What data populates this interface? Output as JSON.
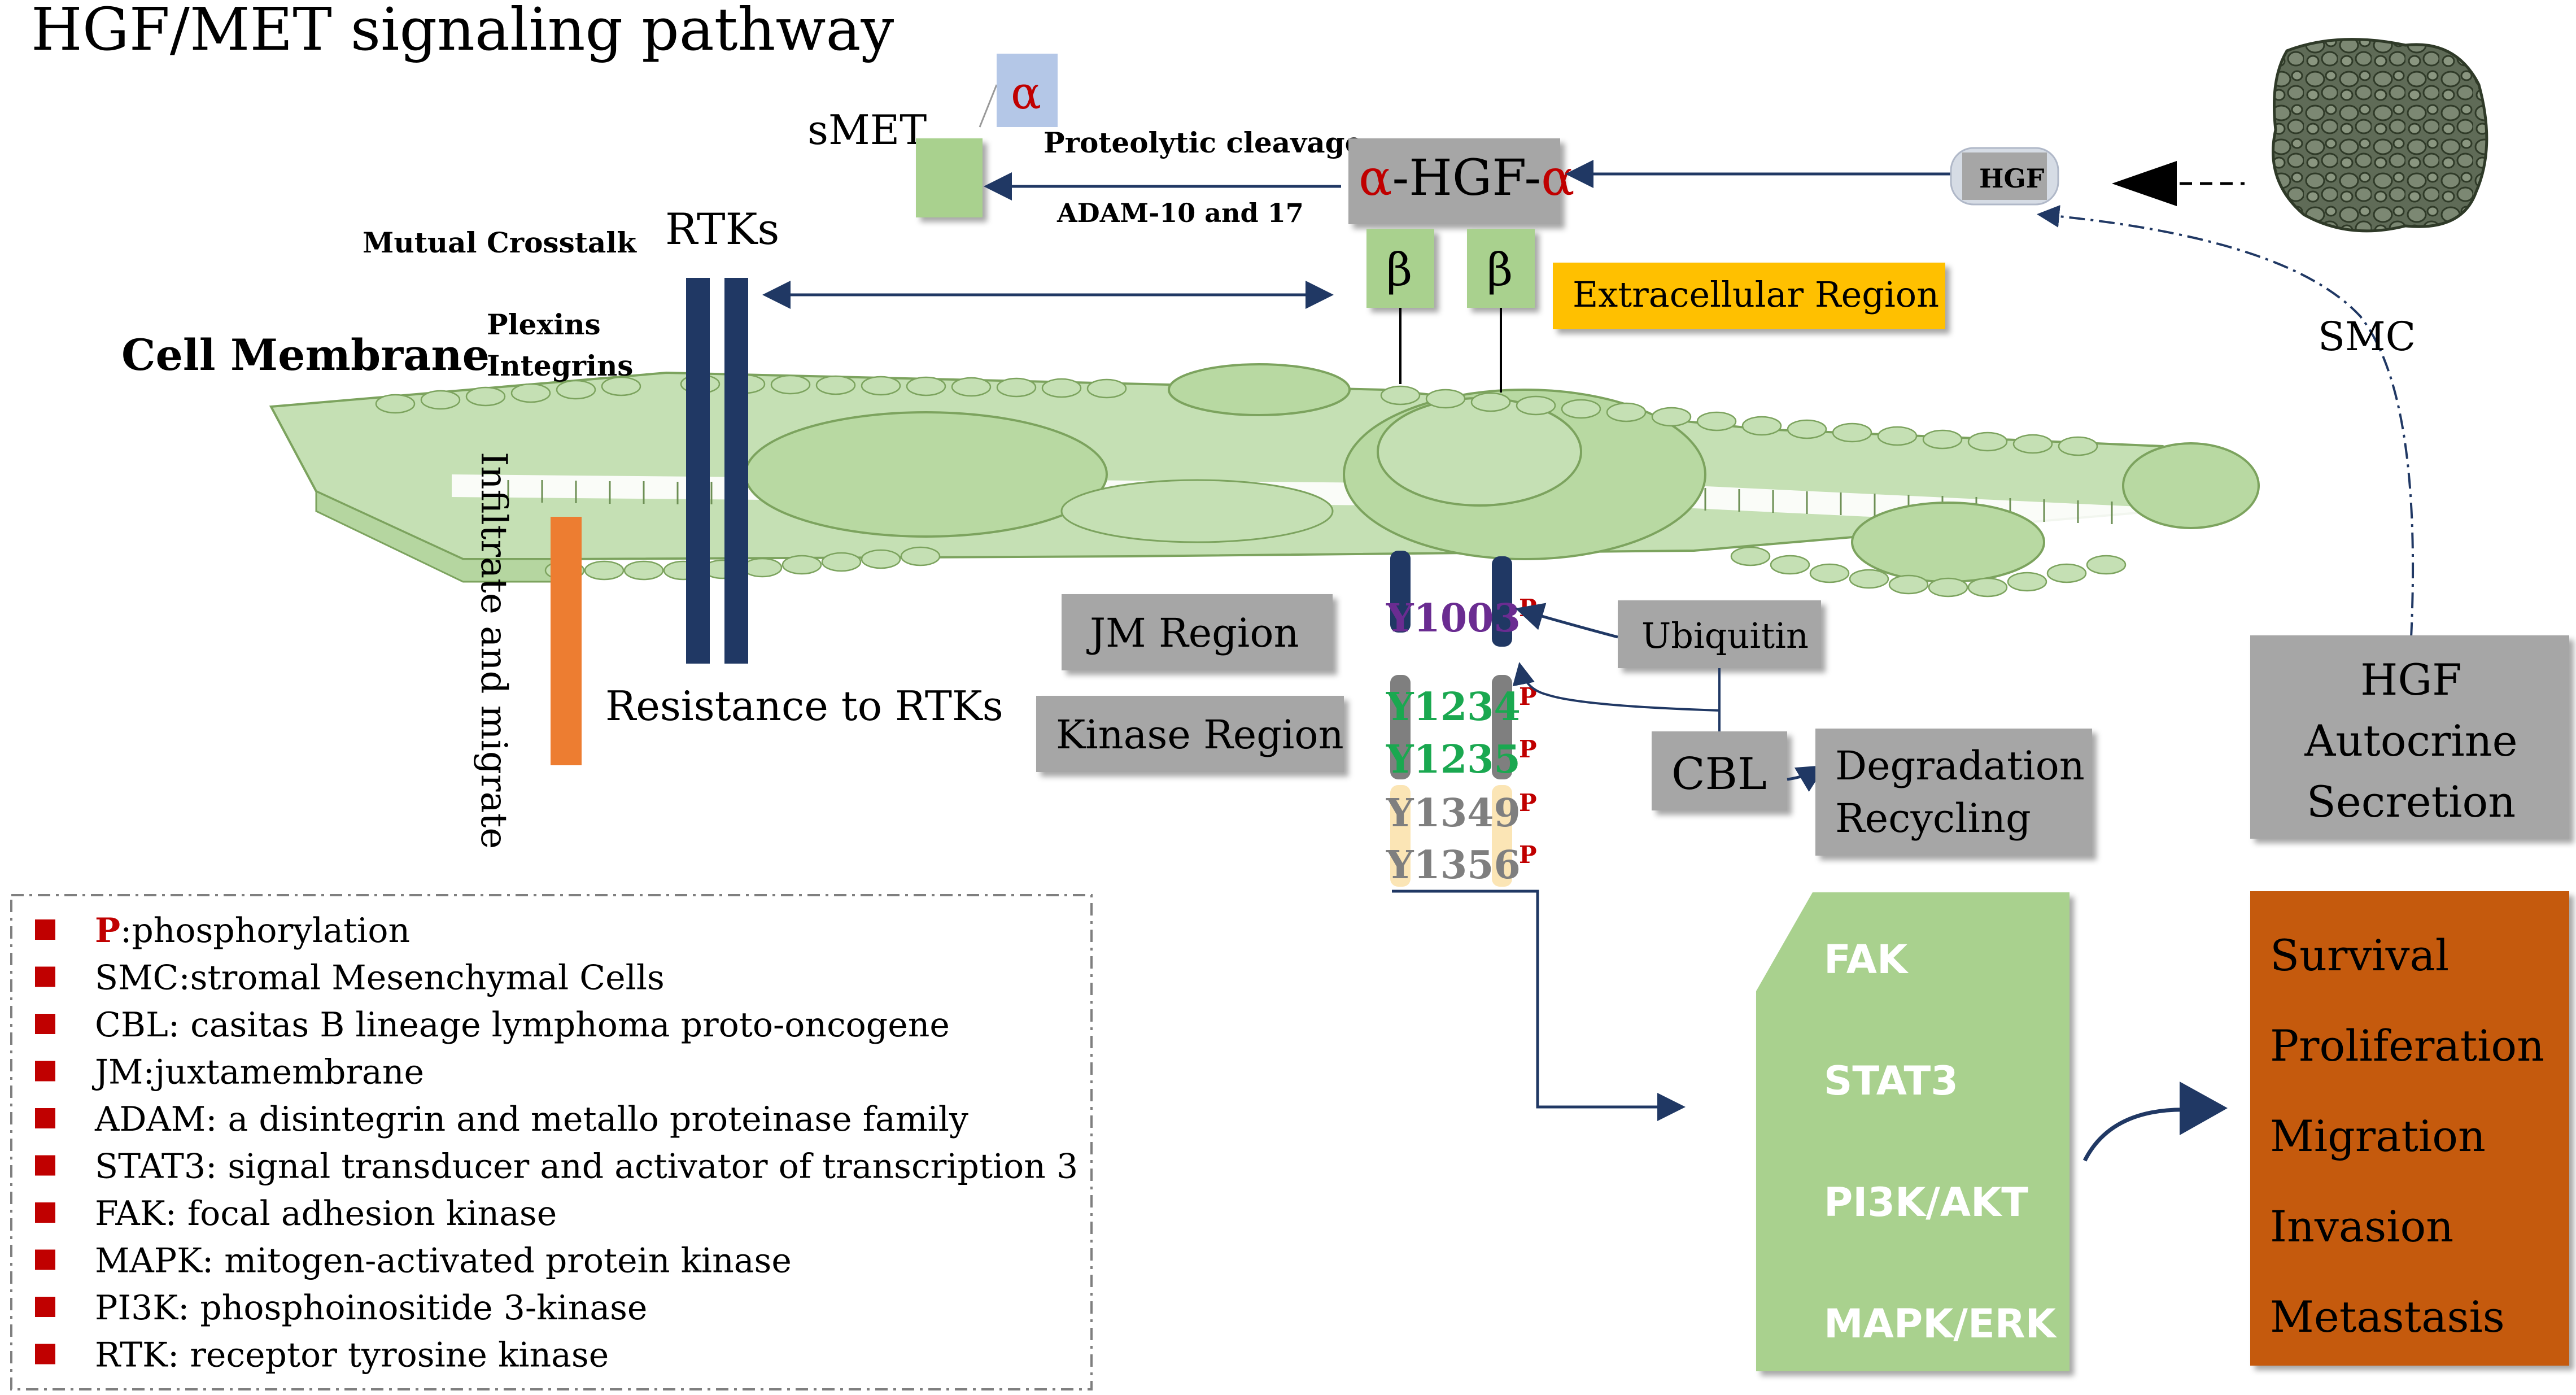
{
  "title": "HGF/MET signaling pathway",
  "labels": {
    "smet": "sMET",
    "alpha": "α",
    "proteolytic": "Proteolytic cleavage",
    "adam": "ADAM-10 and 17",
    "hgf_complex_alpha1": "α",
    "hgf_complex_mid": "-HGF-",
    "hgf_complex_alpha2": "α",
    "beta1": "β",
    "beta2": "β",
    "extracellular": "Extracellular Region",
    "hgf_small": "HGF",
    "smc": "SMC",
    "mutual": "Mutual Crosstalk",
    "rtks": "RTKs",
    "plexins": "Plexins",
    "integrins": "Integrins",
    "cell_membrane": "Cell Membrane",
    "infiltrate": "Infiltrate and migrate",
    "resistance": "Resistance to RTKs",
    "jm_region": "JM Region",
    "kinase_region": "Kinase Region",
    "ubiquitin": "Ubiquitin",
    "cbl": "CBL",
    "degradation": "Degradation",
    "recycling": "Recycling",
    "hgf_auto_1": "HGF",
    "hgf_auto_2": "Autocrine",
    "hgf_auto_3": "Secretion",
    "p_sup": "P"
  },
  "tyrosines": [
    {
      "label": "Y1003",
      "color": "#6a2c91"
    },
    {
      "label": "Y1234",
      "color": "#1aa850"
    },
    {
      "label": "Y1235",
      "color": "#1aa850"
    },
    {
      "label": "Y1349",
      "color": "#7f7f7f"
    },
    {
      "label": "Y1356",
      "color": "#7f7f7f"
    }
  ],
  "pathways": [
    "FAK",
    "STAT3",
    "PI3K/AKT",
    "MAPK/ERK"
  ],
  "outcomes": [
    "Survival",
    "Proliferation",
    "Migration",
    "Invasion",
    "Metastasis"
  ],
  "legend": [
    {
      "key": "P",
      "text": ":phosphorylation"
    },
    {
      "key": "",
      "text": "SMC:stromal Mesenchymal Cells"
    },
    {
      "key": "",
      "text": "CBL: casitas B lineage lymphoma proto-oncogene"
    },
    {
      "key": "",
      "text": "JM:juxtamembrane"
    },
    {
      "key": "",
      "text": "ADAM: a disintegrin and metallo proteinase family"
    },
    {
      "key": "",
      "text": "STAT3: signal transducer and activator of transcription 3"
    },
    {
      "key": "",
      "text": "FAK: focal adhesion kinase"
    },
    {
      "key": "",
      "text": "MAPK: mitogen-activated protein kinase"
    },
    {
      "key": "",
      "text": "PI3K: phosphoinositide 3-kinase"
    },
    {
      "key": "",
      "text": "RTK: receptor tyrosine kinase"
    }
  ],
  "colors": {
    "gray_box": "#a6a6a6",
    "green": "#a9d18e",
    "green_dark": "#5b8a3a",
    "navy": "#203864",
    "orange_bar": "#ed7d31",
    "outcome_bg": "#c55a11",
    "extracellular_bg": "#ffc000",
    "legend_bullet": "#c00000",
    "alpha_red": "#c00000",
    "alpha_box": "#b4c7e7"
  }
}
